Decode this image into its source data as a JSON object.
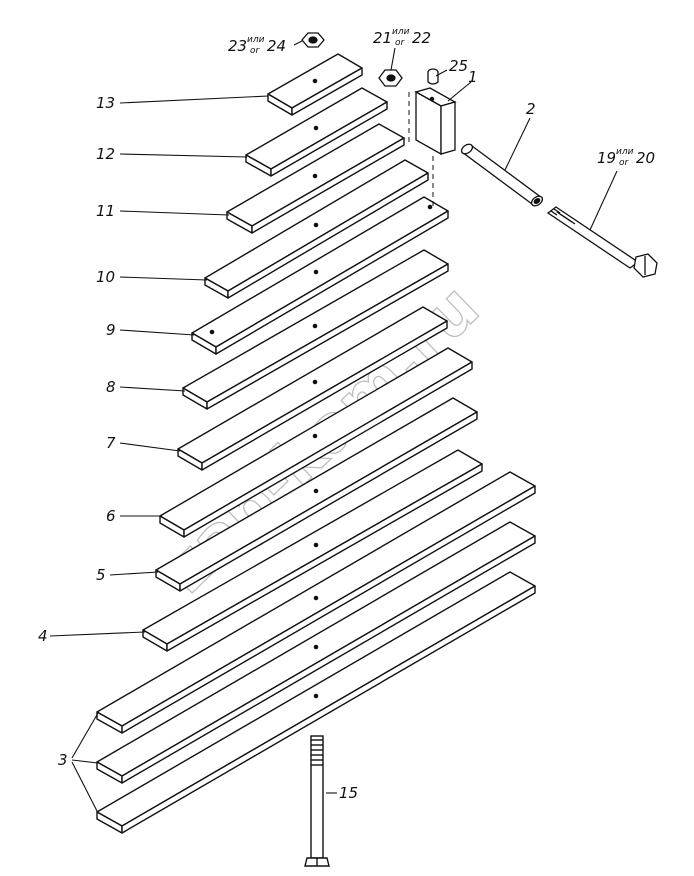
{
  "diagram": {
    "leaders": [
      {
        "id": "13",
        "label": "13"
      },
      {
        "id": "12",
        "label": "12"
      },
      {
        "id": "11",
        "label": "11"
      },
      {
        "id": "10",
        "label": "10"
      },
      {
        "id": "9",
        "label": "9"
      },
      {
        "id": "8",
        "label": "8"
      },
      {
        "id": "7",
        "label": "7"
      },
      {
        "id": "6",
        "label": "6"
      },
      {
        "id": "5",
        "label": "5"
      },
      {
        "id": "4",
        "label": "4"
      },
      {
        "id": "3",
        "label": "3"
      },
      {
        "id": "15",
        "label": "15"
      },
      {
        "id": "25",
        "label": "25"
      },
      {
        "id": "1",
        "label": "1"
      },
      {
        "id": "2",
        "label": "2"
      }
    ],
    "compound_labels": [
      {
        "id": "nut-23-24",
        "a": "23",
        "top": "или",
        "bottom": "or",
        "b": "24"
      },
      {
        "id": "nut-21-22",
        "a": "21",
        "top": "или",
        "bottom": "or",
        "b": "22"
      },
      {
        "id": "bolt-19-20",
        "a": "19",
        "top": "или",
        "bottom": "or",
        "b": "20"
      }
    ],
    "watermark": "zap-kam.ru"
  }
}
